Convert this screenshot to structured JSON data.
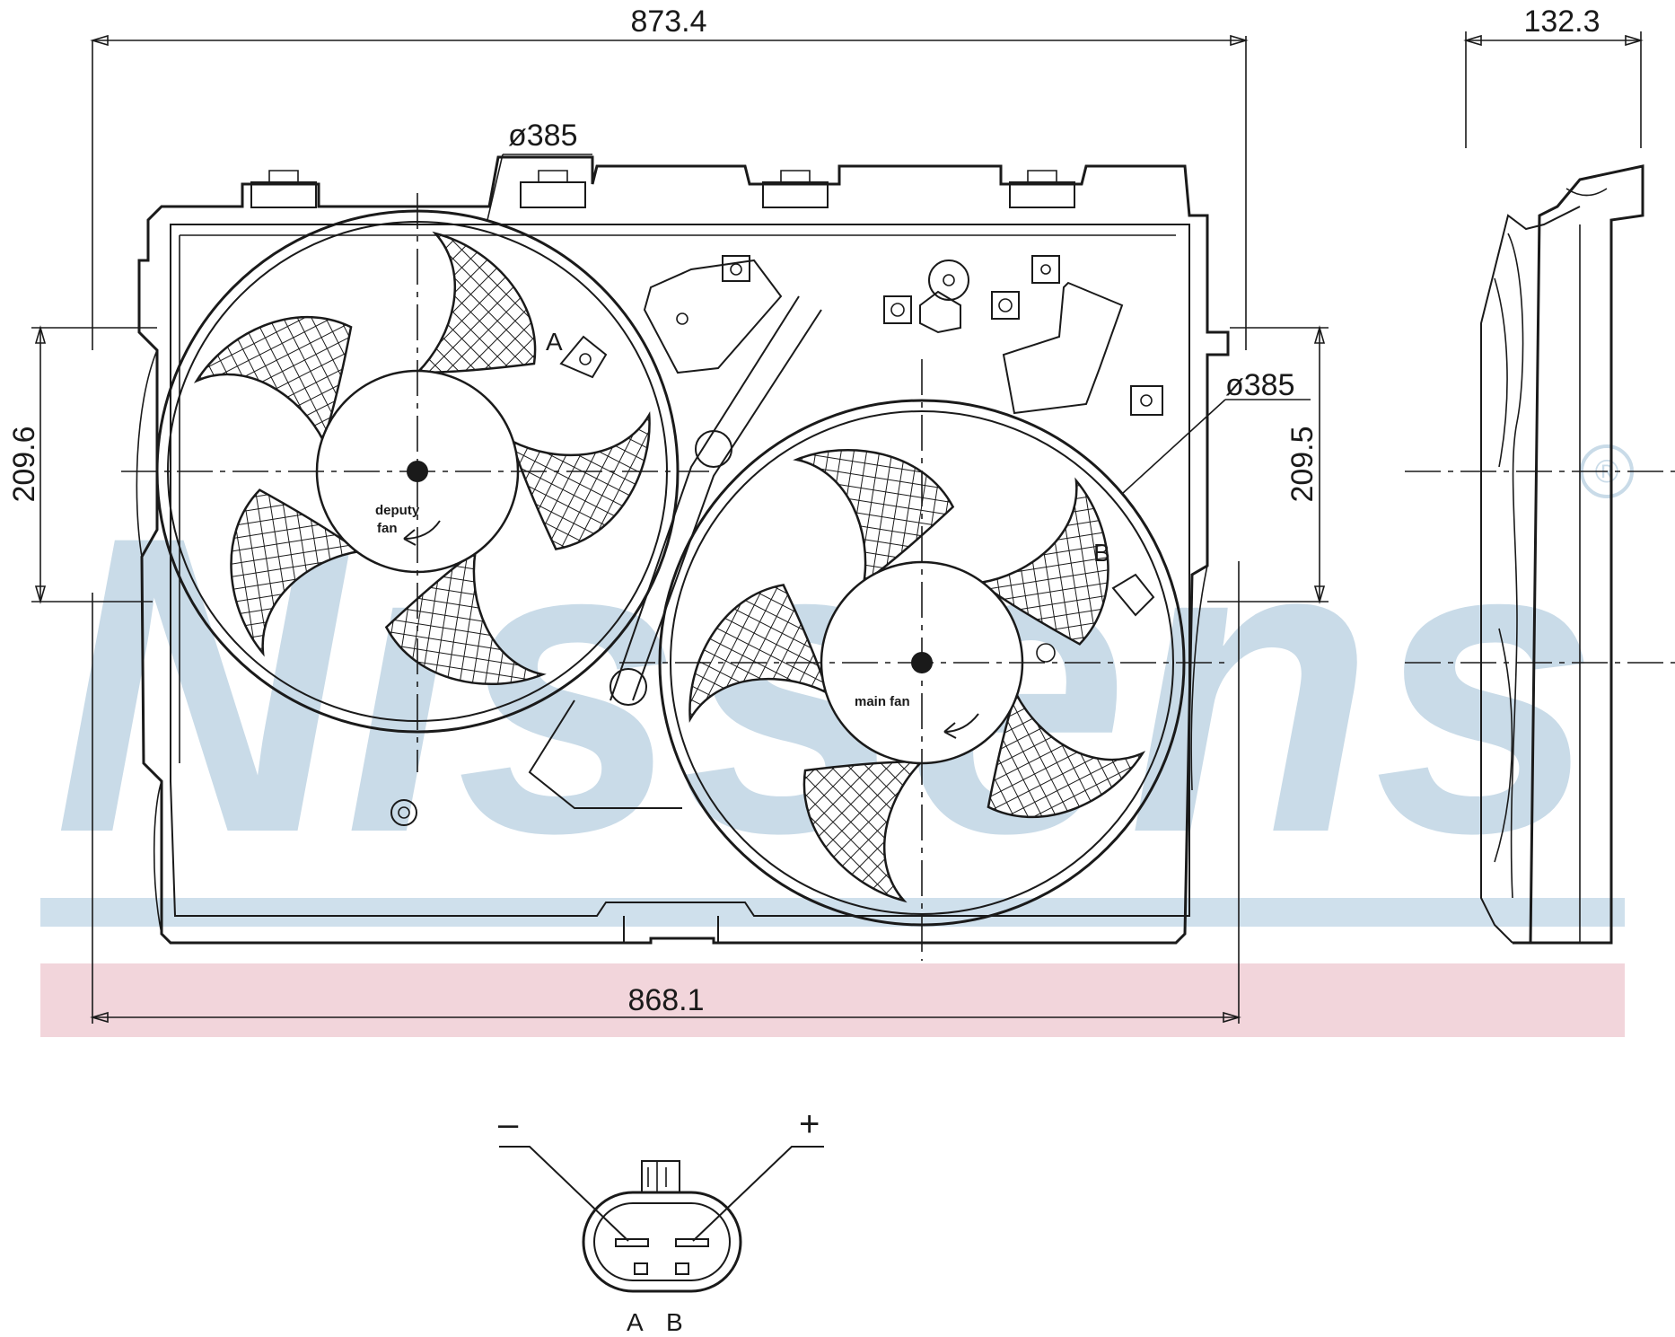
{
  "watermark": {
    "brand": "Nissens",
    "registered_mark": "®",
    "blue_band_color": "#cfe0ec",
    "pink_band_color": "#f2d5db",
    "letter_color": "#c9dbe8"
  },
  "dimensions": {
    "overall_width": "873.4",
    "bottom_width": "868.1",
    "side_depth": "132.3",
    "left_fan_diameter": "ø385",
    "right_fan_diameter": "ø385",
    "left_vertical_offset": "209.6",
    "right_vertical_offset": "209.5"
  },
  "fans": {
    "deputy": {
      "label_line1": "deputy",
      "label_line2": "fan",
      "terminal_label": "A"
    },
    "main": {
      "label": "main  fan",
      "terminal_label": "B"
    }
  },
  "connector": {
    "minus": "–",
    "plus": "+",
    "pin_a": "A",
    "pin_b": "B"
  }
}
